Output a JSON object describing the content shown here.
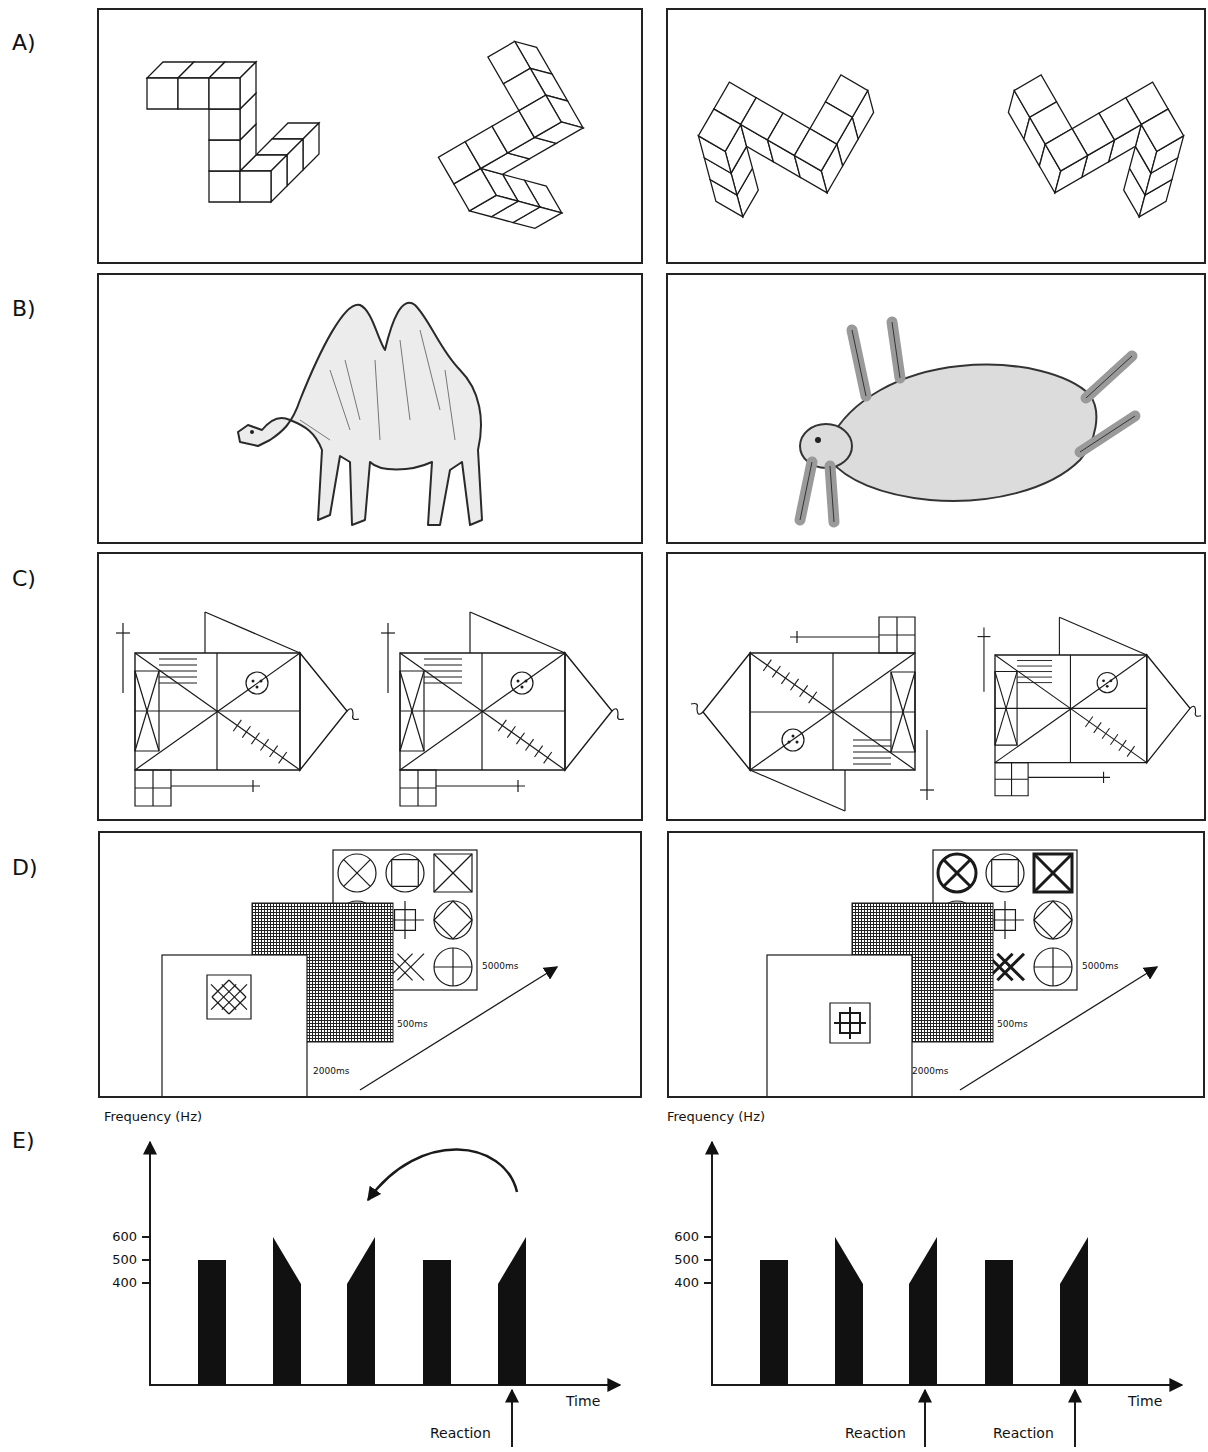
{
  "diagram": {
    "nodes": [
      {
        "text": [
          "5000ms",
          "500ms",
          "2000ms"
        ]
      },
      {
        "text": [
          "5000ms",
          "500ms",
          "2000ms"
        ]
      }
    ],
    "labels": [
      "A)",
      "B)",
      "C)",
      "D)",
      "E)",
      "Frequency (Hz)",
      "600",
      "500",
      "400",
      "Time",
      "Reaction",
      "Frequency (Hz)",
      "600",
      "500",
      "400",
      "Time",
      "Reaction",
      "Reaction"
    ]
  }
}
